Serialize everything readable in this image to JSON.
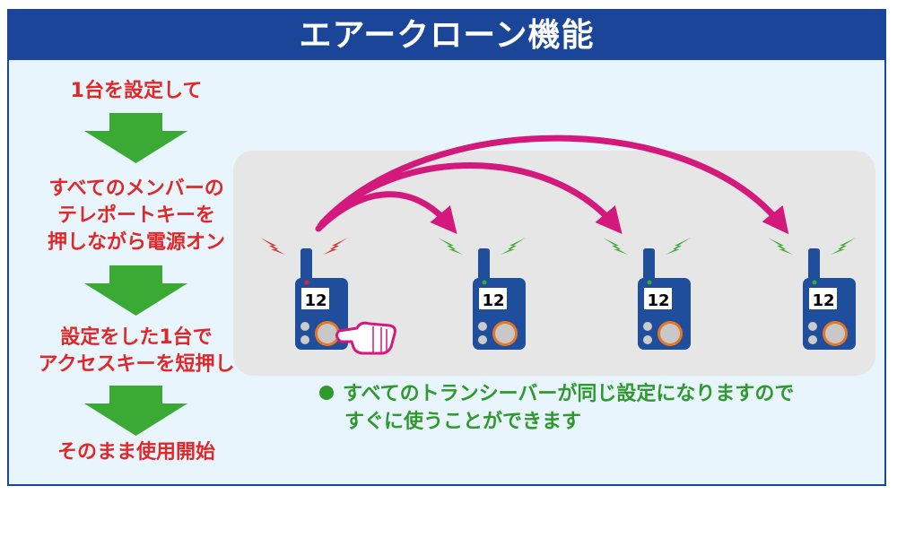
{
  "header": {
    "title": "エアークローン機能"
  },
  "steps": [
    {
      "lines": [
        "1台を設定して"
      ]
    },
    {
      "lines": [
        "すべてのメンバーの",
        "テレポートキーを",
        "押しながら電源オン"
      ]
    },
    {
      "lines": [
        "設定をした1台で",
        "アクセスキーを短押し"
      ]
    },
    {
      "lines": [
        "そのまま使用開始"
      ]
    }
  ],
  "radios": [
    {
      "display": "12",
      "signal": "red",
      "role": "source"
    },
    {
      "display": "12",
      "signal": "green",
      "role": "target"
    },
    {
      "display": "12",
      "signal": "green",
      "role": "target"
    },
    {
      "display": "12",
      "signal": "green",
      "role": "target"
    }
  ],
  "note": {
    "lines": [
      "すべてのトランシーバーが同じ設定になりますので",
      "すぐに使うことができます"
    ]
  },
  "colors": {
    "frame": "#1a4598",
    "background": "#e9f5fc",
    "step_text": "#e0282a",
    "arrow_green": "#3aaa35",
    "transfer_arrow": "#d4197d",
    "radio_body": "#1f4f9c",
    "note_text": "#2e9a2e"
  }
}
